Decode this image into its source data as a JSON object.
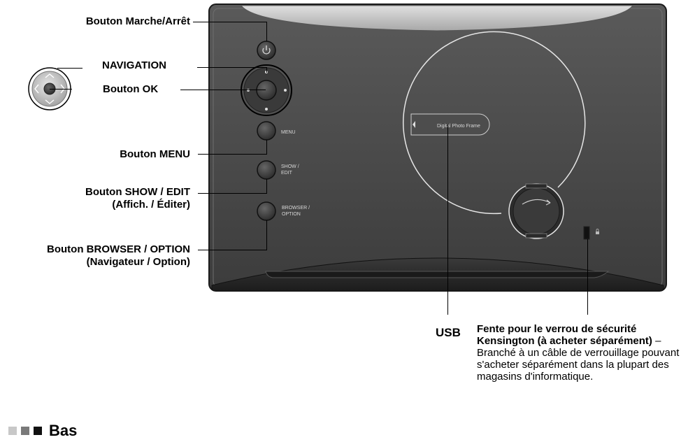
{
  "labels": {
    "power": "Bouton Marche/Arrêt",
    "navigation": "NAVIGATION",
    "ok": "Bouton OK",
    "menu": "Bouton MENU",
    "show_edit_1": "Bouton SHOW / EDIT",
    "show_edit_2": "(Affich. / Éditer)",
    "browser_1": "Bouton BROWSER / OPTION",
    "browser_2": "(Navigateur / Option)",
    "usb": "USB",
    "kensington_bold": "Fente pour le verrou de sécurité Kensington (à acheter séparément)",
    "kensington_rest": " – Branché à un câble de verrouillage pouvant s'acheter séparément dans la plupart des magasins d'informatique."
  },
  "device": {
    "menu": "MENU",
    "show_1": "SHOW /",
    "show_2": "EDIT",
    "browser_1": "BROWSER /",
    "browser_2": "OPTION",
    "brand": "Digital Photo Frame"
  },
  "section": {
    "title": "Bas"
  },
  "colors": {
    "device_body": "#4a4a4a",
    "device_dark": "#2a2a2a",
    "legend_squares": [
      "#c8c8c8",
      "#7a7a7a",
      "#111111"
    ]
  }
}
